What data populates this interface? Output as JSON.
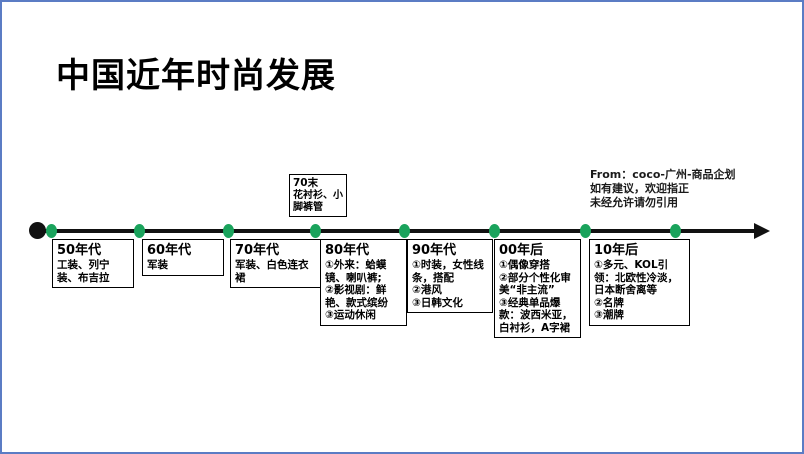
{
  "slide": {
    "title": "中国近年时尚发展",
    "source_note": {
      "line1": "From：coco-广州-商品企划",
      "line2": "如有建议，欢迎指正",
      "line3": "未经允许请勿引用"
    }
  },
  "timeline": {
    "callout": {
      "title": "70末",
      "detail": "花衬衫、小脚裤管"
    },
    "eras": [
      {
        "title": "50年代",
        "detail": "工装、列宁装、布吉拉"
      },
      {
        "title": "60年代",
        "detail": "军装"
      },
      {
        "title": "70年代",
        "detail": "军装、白色连衣裙"
      },
      {
        "title": "80年代",
        "items": [
          "①外来：蛤蟆镜、喇叭裤;",
          "②影视剧：鲜艳、款式缤纷",
          "③运动休闲"
        ]
      },
      {
        "title": "90年代",
        "items": [
          "①时装，女性线条，搭配",
          "②港风",
          "③日韩文化"
        ]
      },
      {
        "title": "00年后",
        "items": [
          "①偶像穿搭",
          "②部分个性化审美“非主流”",
          "③经典单品爆款：波西米亚，白衬衫，A字裙"
        ]
      },
      {
        "title": "10年后",
        "items": [
          "①多元、KOL引领：北欧性冷淡，日本断舍离等",
          "②名牌",
          "③潮牌"
        ]
      }
    ]
  },
  "colors": {
    "accent_green": "#1aa35c",
    "border_blue": "#5b7cc4",
    "line_black": "#111111"
  }
}
